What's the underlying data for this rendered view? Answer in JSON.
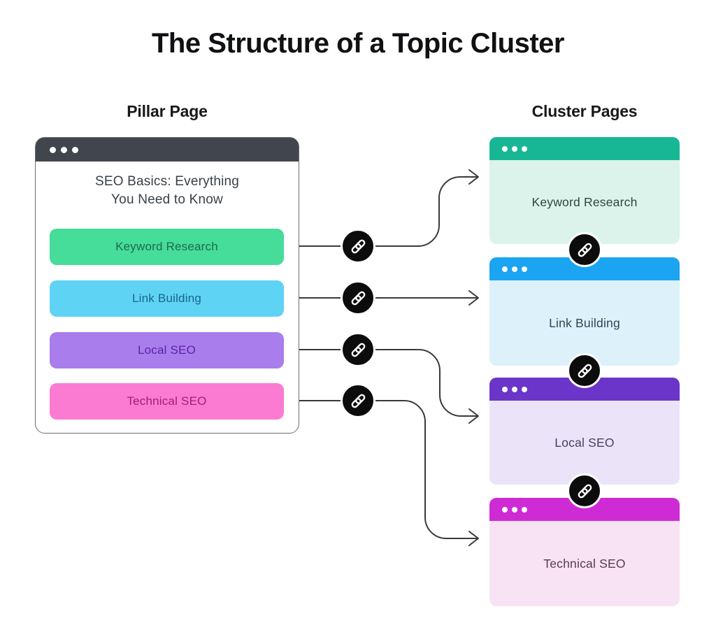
{
  "title": "The Structure of a Topic Cluster",
  "columns": {
    "pillar_label": "Pillar Page",
    "cluster_label": "Cluster Pages"
  },
  "pillar": {
    "heading_line1": "SEO Basics: Everything",
    "heading_line2": "You Need to Know",
    "header_bg": "#41454E",
    "buttons": [
      {
        "label": "Keyword Research",
        "bg": "#46DC99",
        "fg": "#1C6B4D"
      },
      {
        "label": "Link Building",
        "bg": "#5FD3F4",
        "fg": "#17678A"
      },
      {
        "label": "Local SEO",
        "bg": "#A97DEC",
        "fg": "#5C23A9"
      },
      {
        "label": "Technical SEO",
        "bg": "#FB7BD2",
        "fg": "#A41C79"
      }
    ]
  },
  "clusters": [
    {
      "label": "Keyword Research",
      "header_bg": "#17B795",
      "body_bg": "#DBF3EA",
      "fg": "#2E453D"
    },
    {
      "label": "Link Building",
      "header_bg": "#1BA4F2",
      "body_bg": "#DDF1FB",
      "fg": "#2E4756"
    },
    {
      "label": "Local SEO",
      "header_bg": "#6B35C9",
      "body_bg": "#EBE4F8",
      "fg": "#463E66"
    },
    {
      "label": "Technical SEO",
      "header_bg": "#CF2BD5",
      "body_bg": "#F8E3F5",
      "fg": "#563D52"
    }
  ],
  "icons": {
    "link": "link-icon",
    "window_dots": "window-dots-icon"
  },
  "connector": {
    "color": "#3A3A3A",
    "badge_bg": "#0C0C0C",
    "badge_ring": "#FFFFFF"
  }
}
